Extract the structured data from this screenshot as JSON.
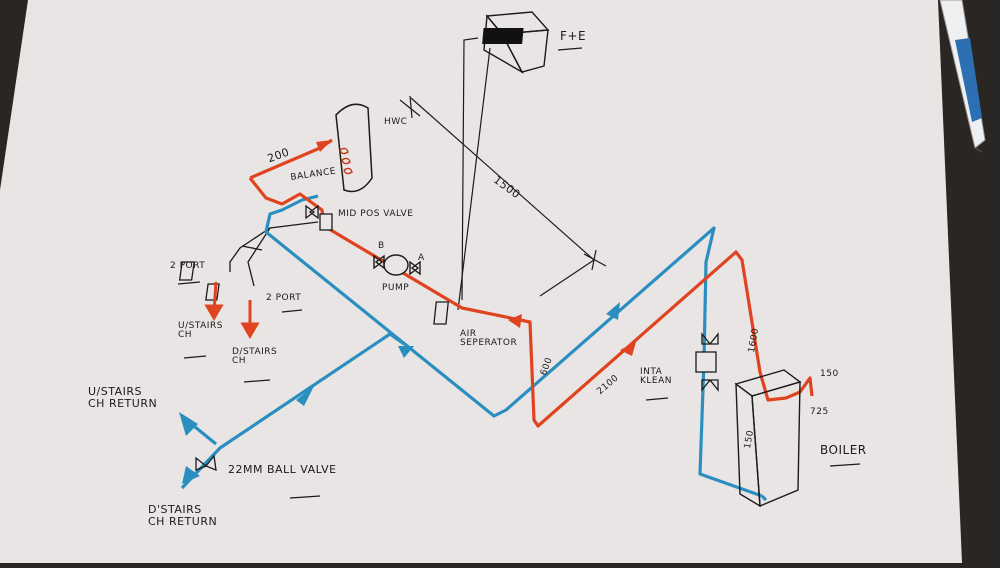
{
  "labels": {
    "fe": "F+E",
    "hwc": "HWC",
    "v1500": "1500",
    "v200": "200",
    "balance": "BALANCE",
    "mid_pos_valve": "MID POS VALVE",
    "two_port_1": "2 PORT",
    "two_port_2": "2 PORT",
    "valve_b": "B",
    "valve_a": "A",
    "pump": "PUMP",
    "ustairs_ch": "U/STAIRS\nCH",
    "dstairs_ch": "D/STAIRS\nCH",
    "air_separator": "AIR\nSEPERATOR",
    "v600": "600",
    "v2100": "2100",
    "inta_klean": "INTA\nKLEAN",
    "v1600": "1600",
    "v150_top": "150",
    "v725": "725",
    "v150_front": "150",
    "boiler": "BOILER",
    "ustairs_return": "U/STAIRS\nCH RETURN",
    "ball_valve": "22MM BALL VALVE",
    "dstairs_return": "D'STAIRS\nCH RETURN"
  },
  "colors": {
    "paper": "#e9e5e4",
    "flow_pipe": "#e0431f",
    "return_pipe": "#2a8fc0",
    "pen": "#1b1b1b",
    "background": "#2a2624"
  }
}
